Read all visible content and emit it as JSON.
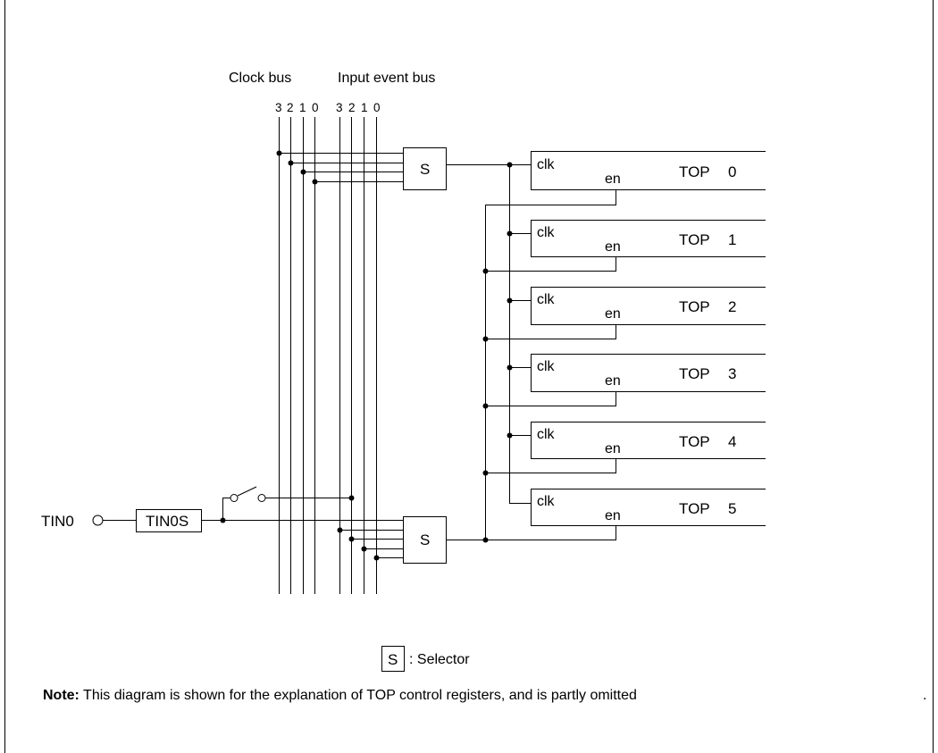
{
  "diagram": {
    "bus_labels": {
      "clock": "Clock bus",
      "input_event": "Input event bus"
    },
    "bus_bits": [
      "3",
      "2",
      "1",
      "0",
      "3",
      "2",
      "1",
      "0"
    ],
    "selector_label": "S",
    "input_pin": {
      "name": "TIN0",
      "filter": "TIN0S"
    },
    "registers": [
      {
        "name": "TOP",
        "index": "0",
        "clk": "clk",
        "en": "en"
      },
      {
        "name": "TOP",
        "index": "1",
        "clk": "clk",
        "en": "en"
      },
      {
        "name": "TOP",
        "index": "2",
        "clk": "clk",
        "en": "en"
      },
      {
        "name": "TOP",
        "index": "3",
        "clk": "clk",
        "en": "en"
      },
      {
        "name": "TOP",
        "index": "4",
        "clk": "clk",
        "en": "en"
      },
      {
        "name": "TOP",
        "index": "5",
        "clk": "clk",
        "en": "en"
      }
    ],
    "legend": {
      "symbol": "S",
      "text": ": Selector"
    }
  },
  "note": {
    "label": "Note:",
    "text": " This diagram is shown for the explanation of TOP control registers, and is partly omitted",
    "trailing": "."
  }
}
